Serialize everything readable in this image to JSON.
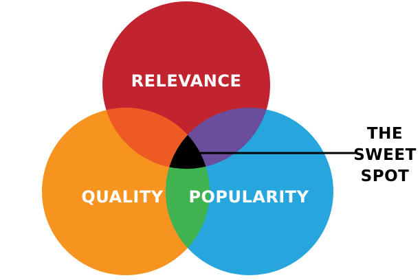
{
  "diagram": {
    "type": "venn",
    "sets": [
      {
        "id": "relevance",
        "label": "RELEVANCE",
        "color": "#c1232f"
      },
      {
        "id": "quality",
        "label": "QUALITY",
        "color": "#f6941f"
      },
      {
        "id": "popularity",
        "label": "POPULARITY",
        "color": "#26a6dd"
      }
    ],
    "overlaps": [
      {
        "sets": [
          "relevance",
          "quality"
        ],
        "color": "#ee5a24"
      },
      {
        "sets": [
          "relevance",
          "popularity"
        ],
        "color": "#6a4d9c"
      },
      {
        "sets": [
          "quality",
          "popularity"
        ],
        "color": "#3fb34f"
      },
      {
        "sets": [
          "relevance",
          "quality",
          "popularity"
        ],
        "color": "#000000"
      }
    ],
    "callout": {
      "lines": [
        "THE",
        "SWEET",
        "SPOT"
      ],
      "color": "#000000"
    }
  }
}
